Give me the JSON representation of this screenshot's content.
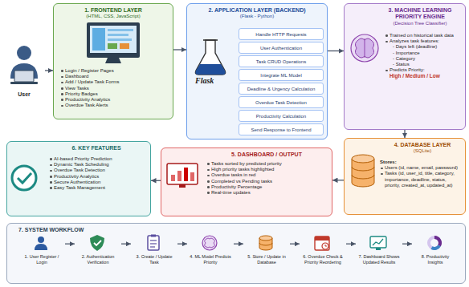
{
  "diagram": {
    "nodes": [
      {
        "text": [
          "User"
        ]
      },
      {
        "text": [
          "1. FRONTEND LAYER",
          "(HTML, CSS, JavaScript)",
          "Login / Register Pages",
          "Dashboard",
          "Add / Update Task Forms",
          "View Tasks",
          "Priority Badges",
          "Productivity Analytics",
          "Overdue Task Alerts"
        ]
      },
      {
        "text": [
          "2. APPLICATION LAYER (BACKEND)",
          "(Flask - Python)"
        ]
      },
      {
        "text": [
          "Handle HTTP Requests"
        ],
        "in": 2
      },
      {
        "text": [
          "User Authentication"
        ],
        "in": 2
      },
      {
        "text": [
          "Task CRUD Operations"
        ],
        "in": 2
      },
      {
        "text": [
          "Integrate ML Model"
        ],
        "in": 2
      },
      {
        "text": [
          "Deadline & Urgency Calculation"
        ],
        "in": 2
      },
      {
        "text": [
          "Overdue Task Detection"
        ],
        "in": 2
      },
      {
        "text": [
          "Productivity Calculation"
        ],
        "in": 2
      },
      {
        "text": [
          "Send Response to Frontend"
        ],
        "in": 2
      },
      {
        "text": [
          "3. MACHINE LEARNING PRIORITY ENGINE",
          "(Decision Tree Classifier)",
          "Trained on historical task data",
          "Analyzes task features:",
          "- Days left (deadline)",
          "- Importance",
          "- Category",
          "- Status",
          "Predicts Priority:",
          "High / Medium / Low"
        ]
      },
      {
        "text": [
          "6. KEY FEATURES",
          "AI-based Priority Prediction",
          "Dynamic Task Scheduling",
          "Overdue Task Detection",
          "Productivity Analytics",
          "Secure Authentication",
          "Easy Task Management"
        ]
      },
      {
        "text": [
          "5. DASHBOARD / OUTPUT",
          "Tasks sorted by predicted priority",
          "High priority tasks highlighted",
          "Overdue tasks in red",
          "Completed vs Pending tasks",
          "Productivity Percentage",
          "Real-time updates"
        ]
      },
      {
        "text": [
          "4. DATABASE LAYER",
          "(SQLite)",
          "Stores:",
          "Users (id, name, email, password)",
          "Tasks (id, user_id, title, category, importance, deadline, status, priority, created_at, updated_at)"
        ]
      },
      {
        "text": [
          "7. SYSTEM WORKFLOW"
        ]
      },
      {
        "text": [
          "1. User Register / Login"
        ],
        "in": 15
      },
      {
        "text": [
          "2. Authentication Verification"
        ],
        "in": 15
      },
      {
        "text": [
          "3. Create / Update Task"
        ],
        "in": 15
      },
      {
        "text": [
          "4. ML Model Predicts Priority"
        ],
        "in": 15
      },
      {
        "text": [
          "5. Store / Update in Database"
        ],
        "in": 15
      },
      {
        "text": [
          "6. Overdue Check & Priority Reordering"
        ],
        "in": 15
      },
      {
        "text": [
          "7. Dashboard Shows Updated Results"
        ],
        "in": 15
      },
      {
        "text": [
          "8. Productivity Insights"
        ],
        "in": 15
      }
    ],
    "edges": [
      {
        "from": 0,
        "to": 1,
        "arrow": "to"
      },
      {
        "from": 1,
        "to": 2,
        "arrow": "to"
      },
      {
        "from": 2,
        "to": 11,
        "arrow": "to"
      },
      {
        "from": 11,
        "to": 14,
        "arrow": "to"
      },
      {
        "from": 14,
        "to": 13,
        "arrow": "to"
      },
      {
        "from": 13,
        "to": 12,
        "arrow": "to"
      },
      {
        "from": 16,
        "to": 17,
        "arrow": "to"
      },
      {
        "from": 17,
        "to": 18,
        "arrow": "to"
      },
      {
        "from": 18,
        "to": 19,
        "arrow": "to"
      },
      {
        "from": 19,
        "to": 20,
        "arrow": "to"
      },
      {
        "from": 20,
        "to": 21,
        "arrow": "to"
      },
      {
        "from": 21,
        "to": 22,
        "arrow": "to"
      },
      {
        "from": 22,
        "to": 23,
        "arrow": "to"
      }
    ],
    "labels": [
      "Flask"
    ]
  }
}
